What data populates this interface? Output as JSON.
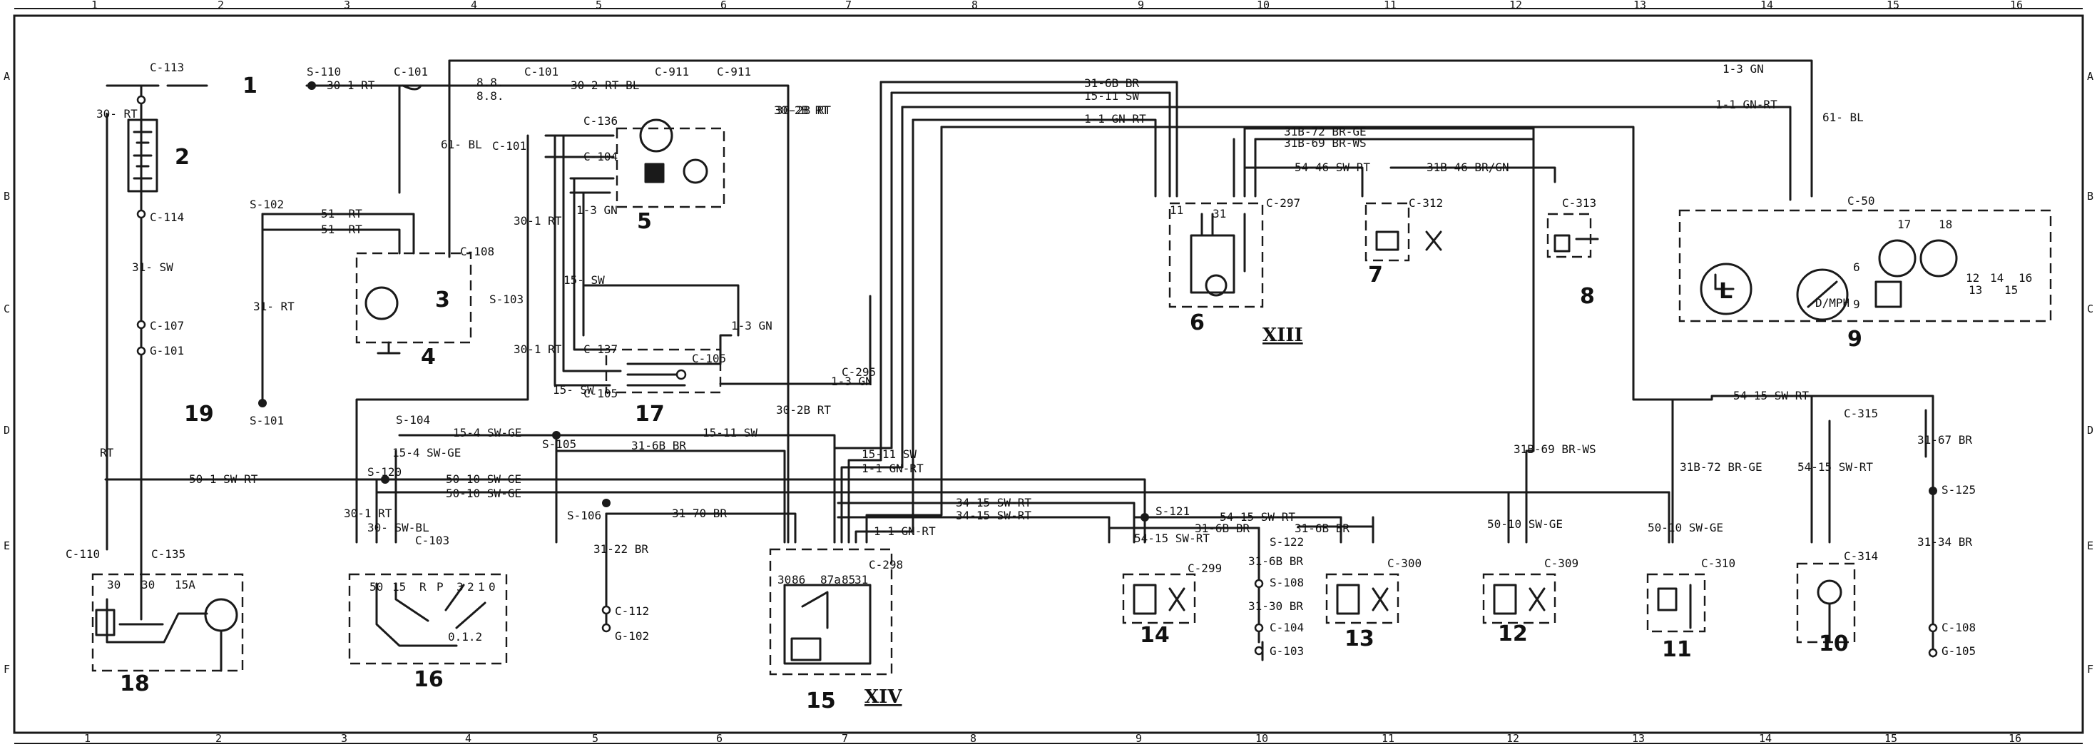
{
  "grid": {
    "columns": [
      "1",
      "2",
      "3",
      "4",
      "5",
      "6",
      "7",
      "8",
      "9",
      "10",
      "11",
      "12",
      "13",
      "14",
      "15",
      "16"
    ],
    "rows": [
      "A",
      "B",
      "C",
      "D",
      "E",
      "F"
    ]
  },
  "components": [
    "1",
    "2",
    "3",
    "4",
    "5",
    "6",
    "7",
    "8",
    "9",
    "10",
    "11",
    "12",
    "13",
    "14",
    "15",
    "16",
    "17",
    "18",
    "19"
  ],
  "roman": [
    "XIII",
    "XIV"
  ],
  "connectors": [
    "C-113",
    "C-114",
    "C-107",
    "G-101",
    "S-110",
    "C-101",
    "C-101",
    "C-101",
    "C-911",
    "C-911",
    "C-136",
    "C-104",
    "C-108",
    "S-102",
    "S-103",
    "C-137",
    "C-105",
    "C-105",
    "C-295",
    "S-104",
    "S-105",
    "S-120",
    "C-103",
    "S-106",
    "C-112",
    "G-102",
    "C-298",
    "C-297",
    "C-312",
    "C-313",
    "C-50",
    "S-121",
    "C-299",
    "S-122",
    "S-108",
    "C-104",
    "G-103",
    "C-300",
    "C-309",
    "C-310",
    "C-315",
    "S-125",
    "C-314",
    "C-108",
    "G-105",
    "C-110",
    "C-135",
    "S-101"
  ],
  "wires": [
    "30-1 RT",
    "30-2 RT-BL",
    "8.8.",
    "8.8.",
    "61- BL",
    "30-2B RT",
    "31- SW",
    "30- RT",
    "51- RT",
    "51- RT",
    "31- RT",
    "30-1 RT",
    "30-1 RT",
    "1-3 GN",
    "1-3 GN",
    "1-3 GN",
    "15- SW",
    "15- SW",
    "15-4 SW-GE",
    "15-4 SW-GE",
    "15-11 SW",
    "31-6B BR",
    "30-2B RT",
    "50-1 SW-RT",
    "50-10 SW-GE",
    "50-10 SW-GE",
    "30-1 RT",
    "30- SW-BL",
    "31-70 BR",
    "31-22 BR",
    "34-15 SW-RT",
    "34-15 SW-RT",
    "1-1 GN-RT",
    "15-11 SW",
    "1-1 GN-RT",
    "31-6B BR",
    "15-11 SW",
    "1-1 GN-RT",
    "31B-72 BR-GE",
    "31B-69 BR-WS",
    "54-46 SW-RT",
    "31B-46 BR/GN",
    "1-3 GN",
    "1-1 GN-RT",
    "61- BL",
    "31B-69 BR-WS",
    "31B-72 BR-GE",
    "54-15 SW-RT",
    "54-15 SW-RT",
    "31-67 BR",
    "31-34 BR",
    "54-15 SW-RT",
    "31-6B BR",
    "31-6B BR",
    "31-6B BR",
    "50-10 SW-GE",
    "50-10 SW-GE",
    "31-30 BR",
    "54-15 SW-RT",
    "RT",
    "30-2B RT"
  ],
  "pins": [
    "30",
    "30",
    "15A",
    "50",
    "15",
    "R",
    "P",
    "3",
    "2",
    "1",
    "0",
    "0.1.2",
    "30",
    "86",
    "87a",
    "85",
    "31",
    "11",
    "31",
    "12",
    "6",
    "9",
    "13",
    "14",
    "15",
    "16",
    "17",
    "18",
    "L",
    "D/MPH"
  ]
}
